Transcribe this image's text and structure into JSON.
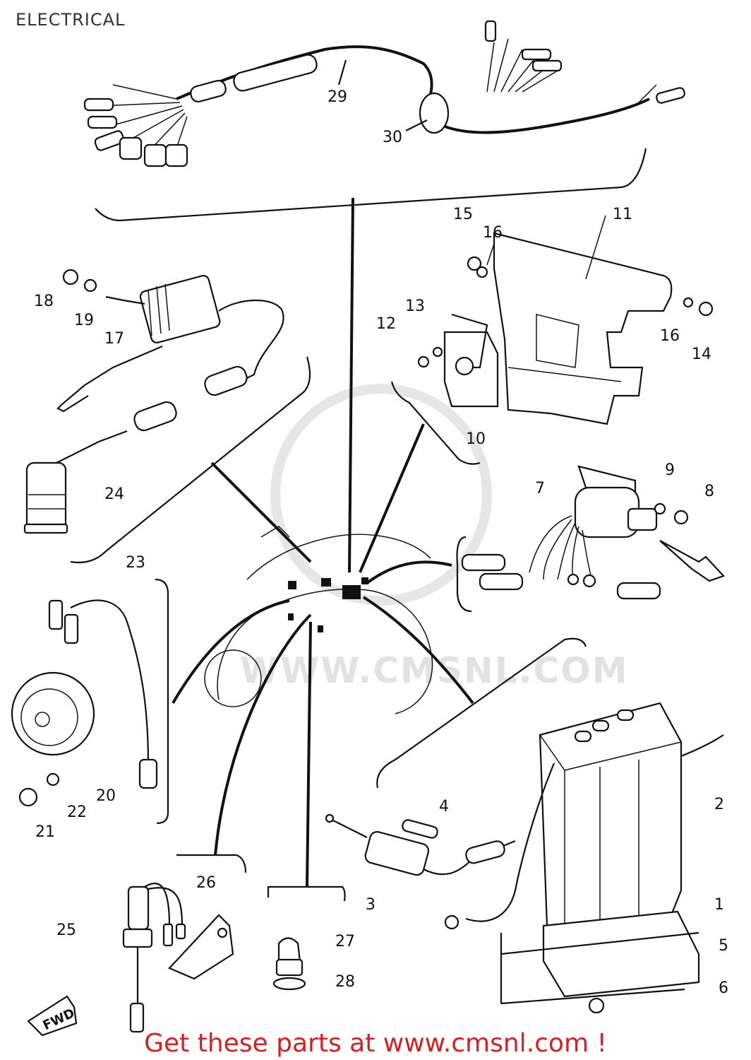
{
  "title": "ELECTRICAL",
  "footer": "Get these parts at www.cmsnl.com !",
  "watermark": "WWW.CMSNL.COM",
  "fwd_label": "FWD",
  "part_labels": [
    "1",
    "2",
    "3",
    "4",
    "5",
    "6",
    "7",
    "8",
    "9",
    "10",
    "11",
    "12",
    "13",
    "14",
    "15",
    "16",
    "16",
    "17",
    "18",
    "19",
    "20",
    "21",
    "22",
    "23",
    "24",
    "25",
    "26",
    "27",
    "28",
    "29",
    "30"
  ],
  "colors": {
    "footer": "#d42020",
    "watermark": "#e2e2e2",
    "line": "#111111"
  }
}
